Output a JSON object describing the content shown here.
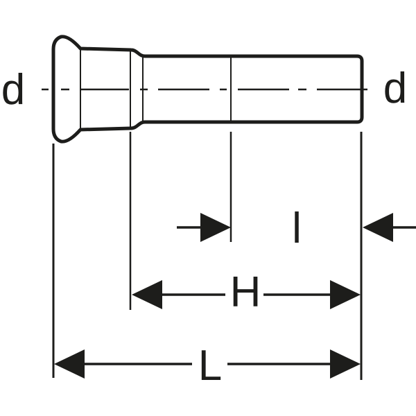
{
  "diagram": {
    "type": "technical-drawing",
    "subject": "press-fitting pipe with socket end, side elevation with dimensioning",
    "background_color": "#ffffff",
    "line_color": "#1d1d1b",
    "labels": {
      "diameter_left": "d",
      "diameter_right": "d",
      "insertion_depth": "l",
      "height_dim": "H",
      "overall_length": "L"
    },
    "dimensions_shown": [
      {
        "symbol": "d",
        "meaning": "outside diameter, marked at both pipe ends"
      },
      {
        "symbol": "l",
        "meaning": "insertion depth at plain end, between inner mark and pipe end"
      },
      {
        "symbol": "H",
        "meaning": "length from socket end to pipe end"
      },
      {
        "symbol": "L",
        "meaning": "overall length from bell face to pipe end"
      }
    ]
  }
}
